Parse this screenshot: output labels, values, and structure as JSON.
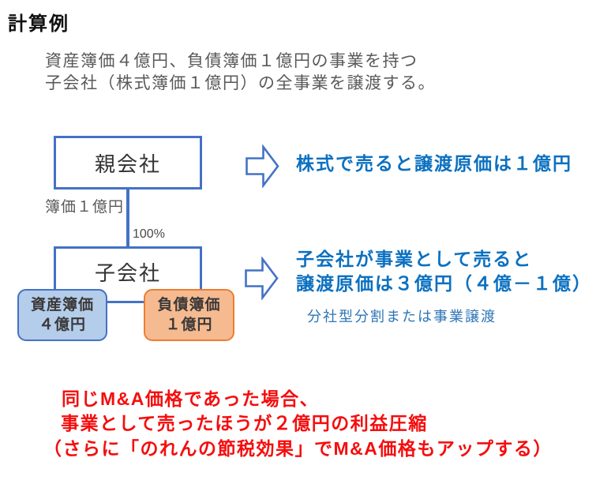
{
  "title": "計算例",
  "intro": {
    "line1": "資産簿価４億円、負債簿価１億円の事業を持つ",
    "line2": "子会社（株式簿価１億円）の全事業を譲渡する。"
  },
  "diagram": {
    "parent_box": "親会社",
    "child_box": "子会社",
    "edge_label_book_value": "簿価１億円",
    "edge_label_ownership": "100%",
    "asset_box": {
      "line1": "資産簿価",
      "line2": "４億円"
    },
    "liability_box": {
      "line1": "負債簿価",
      "line2": "１億円"
    }
  },
  "annotations": {
    "stock_sale": "株式で売ると譲渡原価は１億円",
    "business_sale_line1": "子会社が事業として売ると",
    "business_sale_line2": "譲渡原価は３億円（４億－１億）",
    "business_sale_note": "分社型分割または事業譲渡"
  },
  "conclusion": {
    "line1": "同じM&A価格であった場合、",
    "line2": "事業として売ったほうが２億円の利益圧縮",
    "line3": "（さらに「のれんの節税効果」でM&A価格もアップする）"
  },
  "icons": {
    "arrow1": "right-block-arrow-icon",
    "arrow2": "right-block-arrow-icon"
  },
  "colors": {
    "shape_blue": "#4472C4",
    "asset_fill": "#B3CDEA",
    "liability_fill": "#F5BA90",
    "liability_border": "#ED7D31",
    "headline_blue": "#0B70C0",
    "note_blue": "#2E75B6",
    "conclusion_red": "#F50D0D",
    "body_gray": "#595959"
  }
}
